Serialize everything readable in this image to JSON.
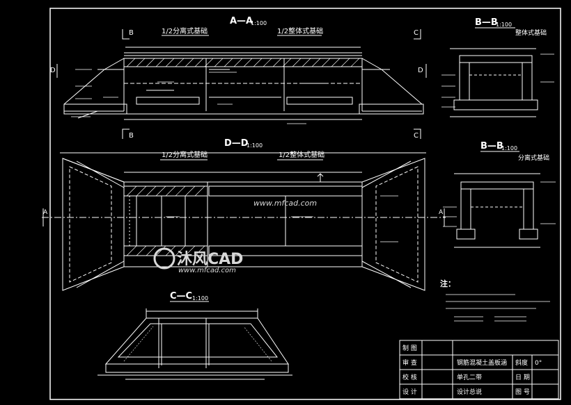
{
  "sections": {
    "aa": {
      "title": "A—A",
      "scale": "1:100",
      "left_label": "1/2分离式基础",
      "right_label": "1/2整体式基础"
    },
    "dd": {
      "title": "D—D",
      "scale": "1:100",
      "left_label": "1/2分离式基础",
      "right_label": "1/2整体式基础"
    },
    "cc": {
      "title": "C—C",
      "scale": "1:100"
    },
    "bb_top": {
      "title": "B—B",
      "scale": "1:100",
      "label": "整体式基础"
    },
    "bb_bottom": {
      "title": "B—B",
      "scale": "1:100",
      "label": "分离式基础"
    }
  },
  "section_marks": {
    "b": "B",
    "c": "C",
    "d": "D",
    "a": "A"
  },
  "notes": {
    "heading": "注："
  },
  "title_block": {
    "rows": [
      {
        "role": "制 图",
        "content": "",
        "right_label": "",
        "right_value": ""
      },
      {
        "role": "审 查",
        "content": "钢筋混凝土盖板涵",
        "right_label": "斜度",
        "right_value": "0°"
      },
      {
        "role": "校 核",
        "content": "单孔二带",
        "right_label": "日 期",
        "right_value": ""
      },
      {
        "role": "设 计",
        "content": "设计总说",
        "right_label": "图 号",
        "right_value": ""
      }
    ]
  },
  "watermark": {
    "url": "www.mfcad.com",
    "logo_text": "沐风CAD",
    "logo_url": "www.mfcad.com"
  },
  "colors": {
    "background": "#000000",
    "lines": "#ffffff",
    "accent": "#ffff66",
    "watermark": "#d8d8d8"
  }
}
